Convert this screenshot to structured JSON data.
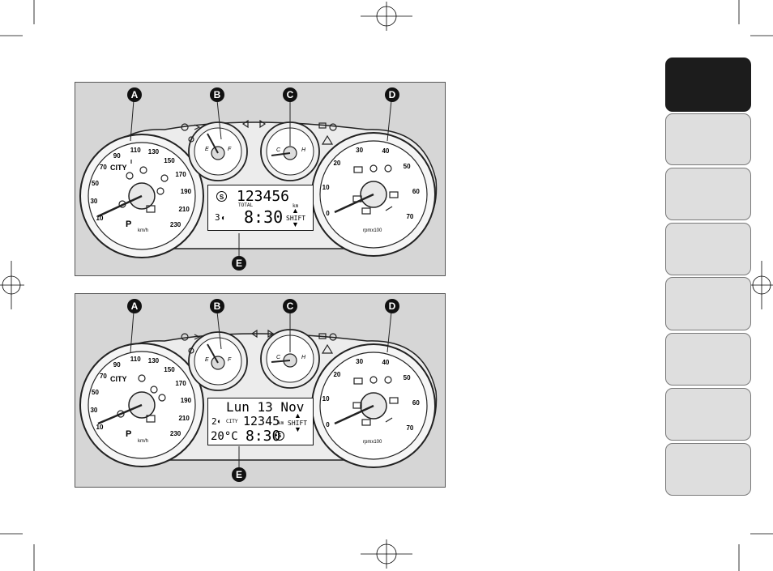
{
  "figure_top": {
    "callouts": [
      "A",
      "B",
      "C",
      "D",
      "E"
    ],
    "speedometer": {
      "ticks": [
        "10",
        "30",
        "50",
        "70",
        "90",
        "110",
        "130",
        "150",
        "170",
        "190",
        "210",
        "230"
      ],
      "unit": "km/h",
      "city_label": "CITY",
      "lower_label": "P"
    },
    "tachometer": {
      "ticks": [
        "0",
        "10",
        "20",
        "30",
        "40",
        "50",
        "60",
        "70"
      ],
      "unit": "rpmx100"
    },
    "fuel_gauge": {
      "low": "E",
      "high": "F"
    },
    "temp_gauge": {
      "low": "C",
      "high": "H"
    },
    "display": {
      "odometer": "123456",
      "total_label": "TOTAL",
      "km_label": "km",
      "headlight_level": "3",
      "clock": "8:30",
      "shift_label": "SHIFT"
    }
  },
  "figure_bottom": {
    "callouts": [
      "A",
      "B",
      "C",
      "D",
      "E"
    ],
    "speedometer": {
      "ticks": [
        "10",
        "30",
        "50",
        "70",
        "90",
        "110",
        "130",
        "150",
        "170",
        "190",
        "210",
        "230"
      ],
      "unit": "km/h",
      "city_label": "CITY",
      "lower_label": "P"
    },
    "tachometer": {
      "ticks": [
        "0",
        "10",
        "20",
        "30",
        "40",
        "50",
        "60",
        "70"
      ],
      "unit": "rpmx100"
    },
    "fuel_gauge": {
      "low": "E",
      "high": "F"
    },
    "temp_gauge": {
      "low": "C",
      "high": "H"
    },
    "display": {
      "date": "Lun 13 Nov",
      "headlight_level": "2",
      "city_label": "CITY",
      "trip": "12345",
      "km_label": "km",
      "shift_label": "SHIFT",
      "outside_temp": "20°C",
      "clock": "8:30"
    }
  },
  "side_tabs": [
    {
      "state": "active"
    },
    {
      "state": "inactive"
    },
    {
      "state": "inactive"
    },
    {
      "state": "inactive"
    },
    {
      "state": "inactive"
    },
    {
      "state": "inactive"
    },
    {
      "state": "inactive"
    },
    {
      "state": "inactive"
    }
  ],
  "colors": {
    "panel_bg": "#d6d6d6",
    "tab_active": "#1c1c1c",
    "tab_inactive": "#dedede"
  }
}
